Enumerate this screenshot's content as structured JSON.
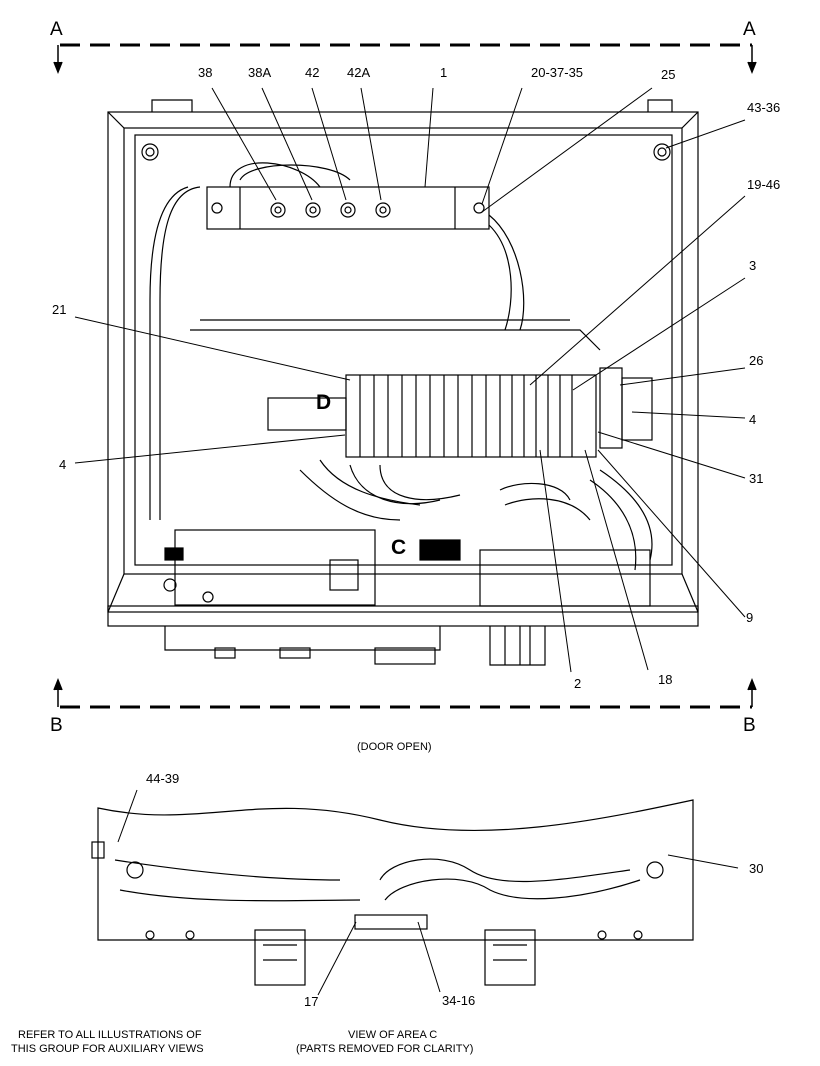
{
  "section_markers": {
    "a_left": "A",
    "a_right": "A",
    "b_left": "B",
    "b_right": "B"
  },
  "callouts": {
    "c38": "38",
    "c38a": "38A",
    "c42": "42",
    "c42a": "42A",
    "c1": "1",
    "c20_37_35": "20-37-35",
    "c25": "25",
    "c43_36": "43-36",
    "c19_46": "19-46",
    "c3": "3",
    "c21": "21",
    "c26": "26",
    "c4_right": "4",
    "c4_left": "4",
    "c31": "31",
    "c9": "9",
    "c18": "18",
    "c2": "2",
    "c44_39": "44-39",
    "c30": "30",
    "c17": "17",
    "c34_16": "34-16"
  },
  "area_labels": {
    "d": "D",
    "c": "C"
  },
  "captions": {
    "door_open": "(DOOR OPEN)",
    "refer_line1": "REFER TO ALL ILLUSTRATIONS OF",
    "refer_line2": "THIS GROUP FOR AUXILIARY VIEWS",
    "view_line1": "VIEW OF AREA  C",
    "view_line2": "(PARTS REMOVED FOR CLARITY)"
  }
}
